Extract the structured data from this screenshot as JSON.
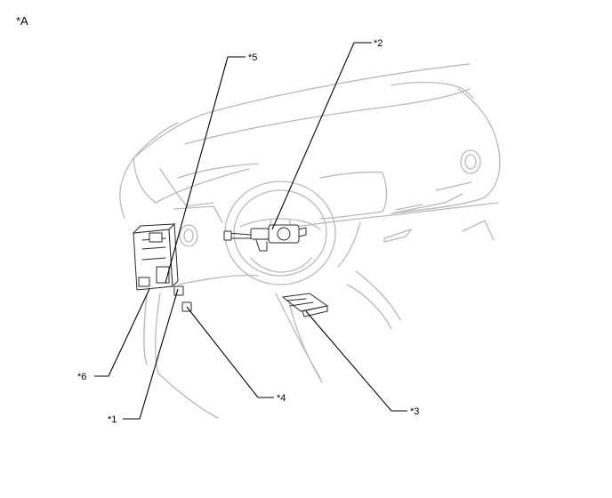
{
  "figure": {
    "view_label": "*A"
  },
  "callouts": [
    {
      "id": "c1",
      "text": "*1"
    },
    {
      "id": "c2",
      "text": "*2"
    },
    {
      "id": "c3",
      "text": "*3"
    },
    {
      "id": "c4",
      "text": "*4"
    },
    {
      "id": "c5",
      "text": "*5"
    },
    {
      "id": "c6",
      "text": "*6"
    }
  ]
}
